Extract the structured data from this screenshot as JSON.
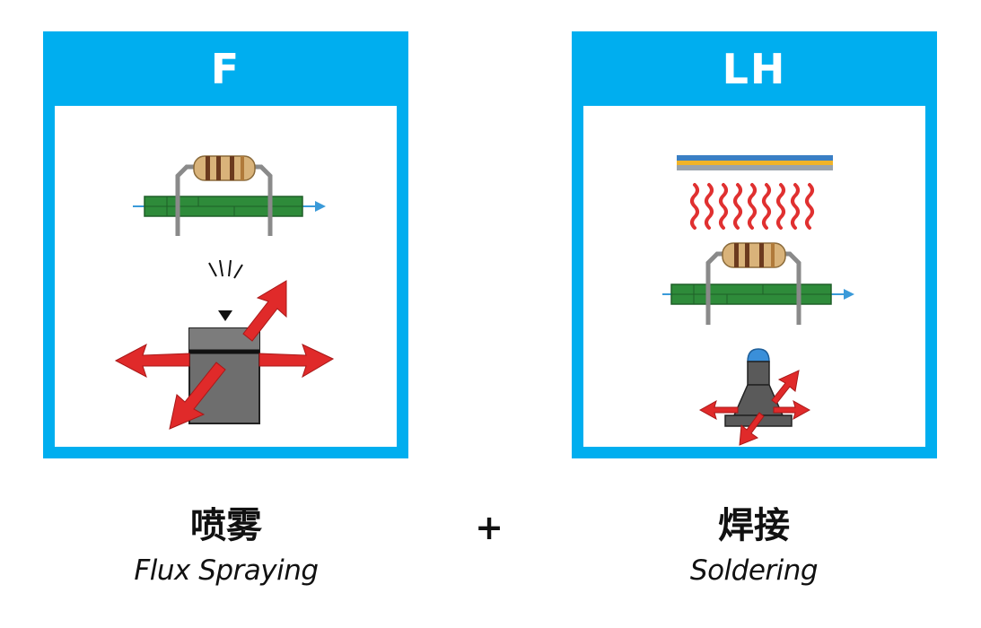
{
  "cards": [
    {
      "code": "F",
      "caption_cn": "喷雾",
      "caption_en": "Flux Spraying",
      "illustration": "flux-spray-nozzle"
    },
    {
      "code": "LH",
      "caption_cn": "焊接",
      "caption_en": "Soldering",
      "illustration": "selective-solder-nozzle"
    }
  ],
  "operator": "+",
  "colors": {
    "card_frame": "#00aeef",
    "arrow_red": "#e02a2a",
    "pcb_green": "#2e8b3a",
    "resistor_tan": "#d9b37a",
    "heat_red": "#e03030",
    "conveyor_blue": "#3a9ad9",
    "nozzle_gray": "#666666",
    "solder_tip_blue": "#3a8fd9"
  }
}
